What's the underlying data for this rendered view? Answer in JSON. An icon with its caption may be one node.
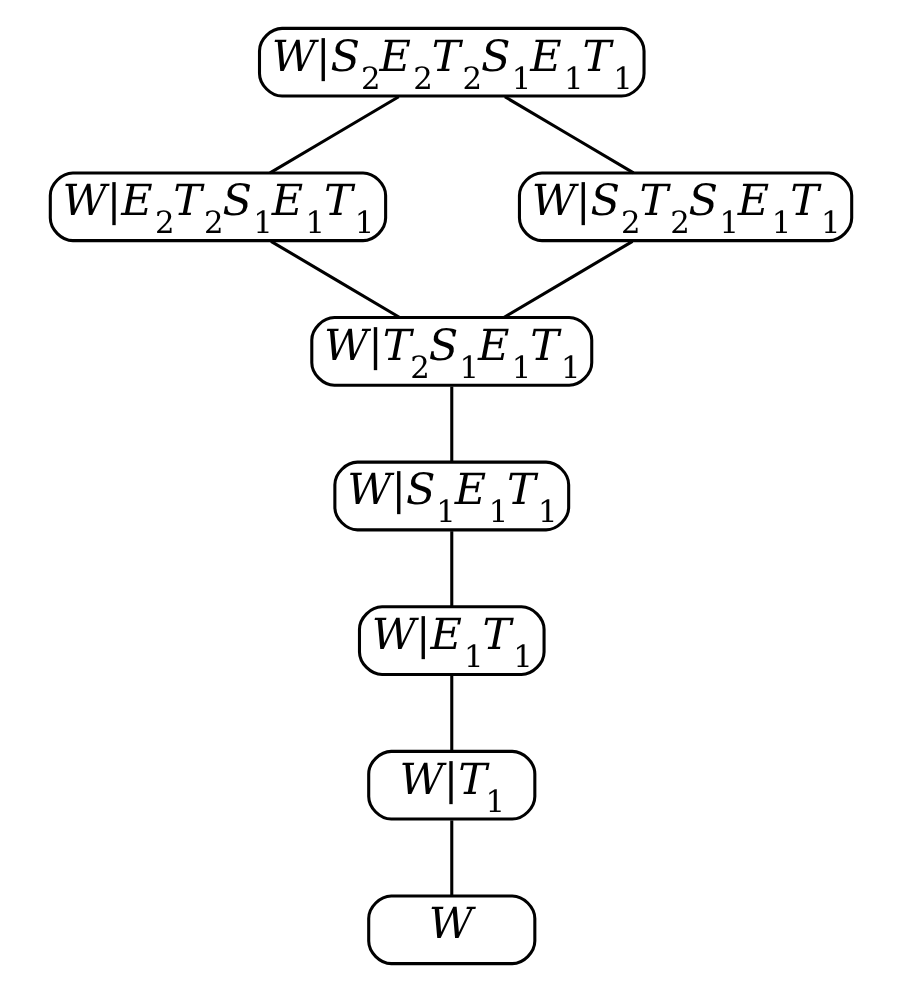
{
  "diagram": {
    "nodes": [
      {
        "text": [
          "W|S$_{2}$E$_{2}$T$_{2}$S$_{1}$E$_{1}$T$_{1}$"
        ]
      },
      {
        "text": [
          "W|E$_{2}$T$_{2}$S$_{1}$E$_{1}$T$_{1}$"
        ]
      },
      {
        "text": [
          "W|S$_{2}$T$_{2}$S$_{1}$E$_{1}$T$_{1}$"
        ]
      },
      {
        "text": [
          "W|T$_{2}$S$_{1}$E$_{1}$T$_{1}$"
        ]
      },
      {
        "text": [
          "W|S$_{1}$E$_{1}$T$_{1}$"
        ]
      },
      {
        "text": [
          "W|E$_{1}$T$_{1}$"
        ]
      },
      {
        "text": [
          "W|T$_{1}$"
        ]
      },
      {
        "text": [
          "W"
        ]
      }
    ],
    "edges": [
      {
        "from": 0,
        "to": 1,
        "arrow": "none"
      },
      {
        "from": 0,
        "to": 2,
        "arrow": "none"
      },
      {
        "from": 1,
        "to": 3,
        "arrow": "none"
      },
      {
        "from": 2,
        "to": 3,
        "arrow": "none"
      },
      {
        "from": 3,
        "to": 4,
        "arrow": "none"
      },
      {
        "from": 4,
        "to": 5,
        "arrow": "none"
      },
      {
        "from": 5,
        "to": 6,
        "arrow": "none"
      },
      {
        "from": 6,
        "to": 7,
        "arrow": "none"
      }
    ]
  }
}
